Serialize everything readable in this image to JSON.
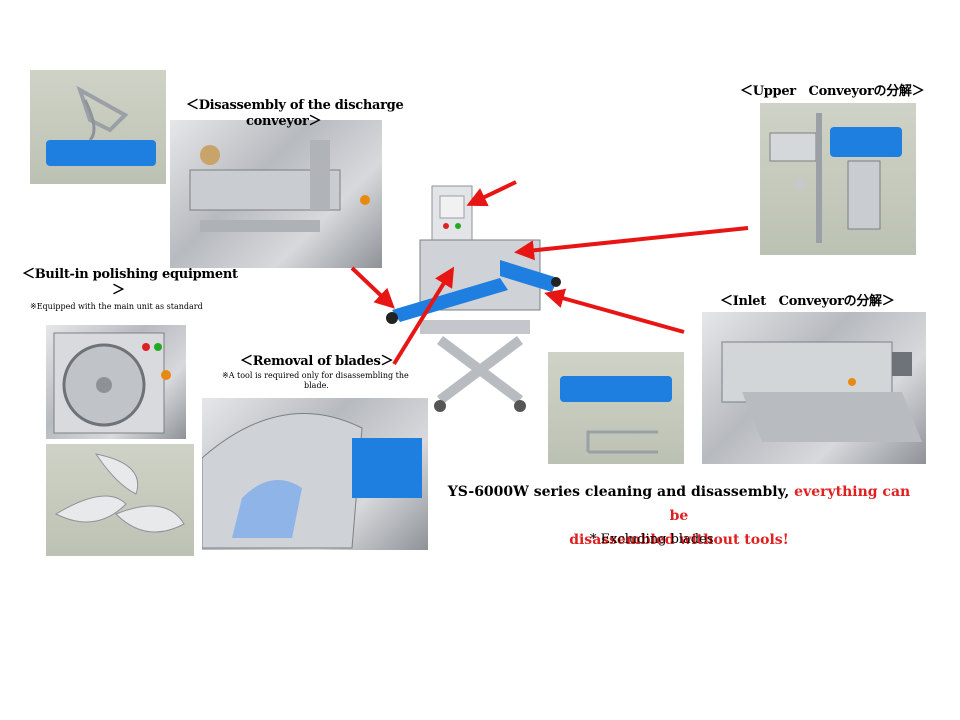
{
  "captions": {
    "discharge": "＜Disassembly of the discharge conveyor＞",
    "discharge_line1": "＜Disassembly of the discharge",
    "discharge_line2": "conveyor＞",
    "polishing_line1": "＜Built-in polishing equipment",
    "polishing_line2": "＞",
    "polishing_note": "※Equipped with the main unit as standard",
    "blades": "＜Removal of blades＞",
    "blades_note_line1": "※A tool is required only for disassembling the",
    "blades_note_line2": "blade.",
    "upper": "＜Upper　Conveyorの分解＞",
    "inlet": "＜Inlet　Conveyorの分解＞"
  },
  "main_text": {
    "black_part": "YS-6000W series cleaning and disassembly,",
    "red_part_line1": " everything can be",
    "red_part_line2": "disassembled without tools!",
    "sub": "* Excluding blades"
  },
  "colors": {
    "arrow": "#e81515",
    "emphasis": "#e02020",
    "belt": "#1e7fe0"
  }
}
